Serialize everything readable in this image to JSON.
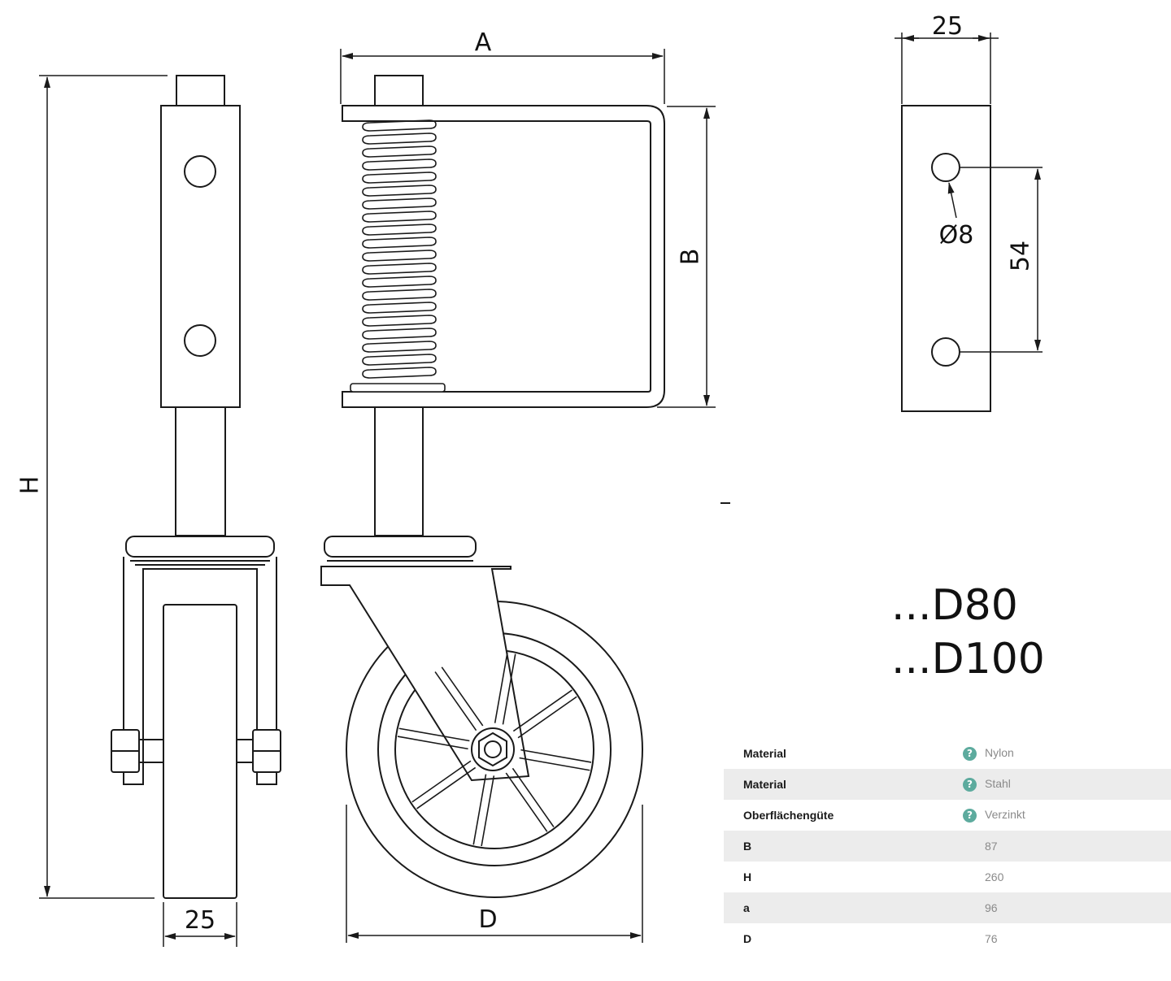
{
  "dimension_labels": {
    "height": "H",
    "width_a": "A",
    "bracket_b": "B",
    "wheel_diameter": "D",
    "wheel_width": "25",
    "plate_width": "25",
    "hole_spacing": "54",
    "hole_diameter": "Ø8"
  },
  "variants": [
    "...D80",
    "...D100"
  ],
  "specs": [
    {
      "key": "Material",
      "value": "Nylon",
      "help": true
    },
    {
      "key": "Material",
      "value": "Stahl",
      "help": true
    },
    {
      "key": "Oberflächengüte",
      "value": "Verzinkt",
      "help": true
    },
    {
      "key": "B",
      "value": "87",
      "help": false
    },
    {
      "key": "H",
      "value": "260",
      "help": false
    },
    {
      "key": "a",
      "value": "96",
      "help": false
    },
    {
      "key": "D",
      "value": "76",
      "help": false
    }
  ],
  "colors": {
    "line": "#1a1a1a",
    "row_alt": "#ececec",
    "help_icon": "#5dab9e",
    "value_text": "#8a8a8a"
  }
}
